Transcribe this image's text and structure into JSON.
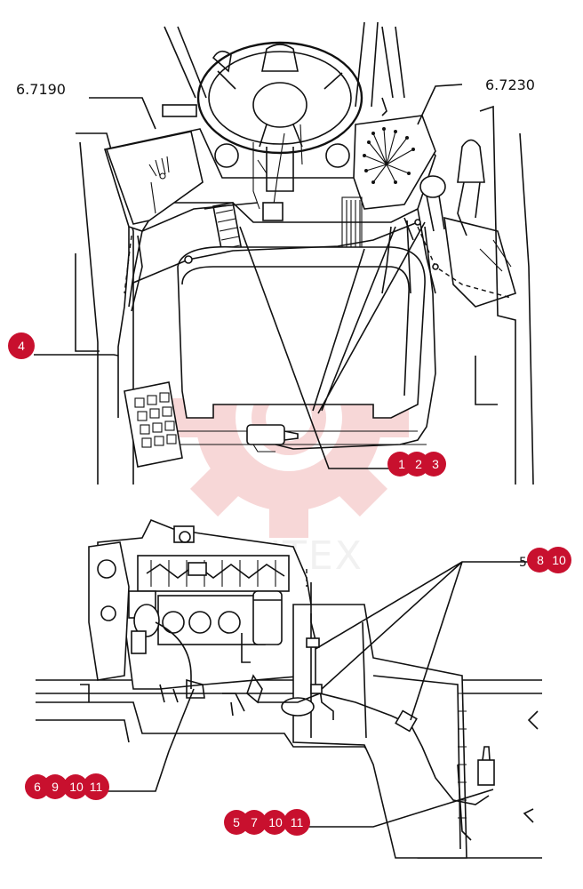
{
  "references": {
    "top_left": "6.7190",
    "top_right": "6.7230"
  },
  "callouts": {
    "c4": [
      "4"
    ],
    "c123": [
      "1",
      "2",
      "3"
    ],
    "c5810": [
      "5",
      "8",
      "10"
    ],
    "c691011": [
      "6",
      "9",
      "10",
      "11"
    ],
    "c571011": [
      "5",
      "7",
      "10",
      "11"
    ]
  },
  "watermark": {
    "text": "MNTEX"
  },
  "colors": {
    "callout": "#c8102e",
    "line": "#111111",
    "watermark": "#f2c4c4"
  }
}
